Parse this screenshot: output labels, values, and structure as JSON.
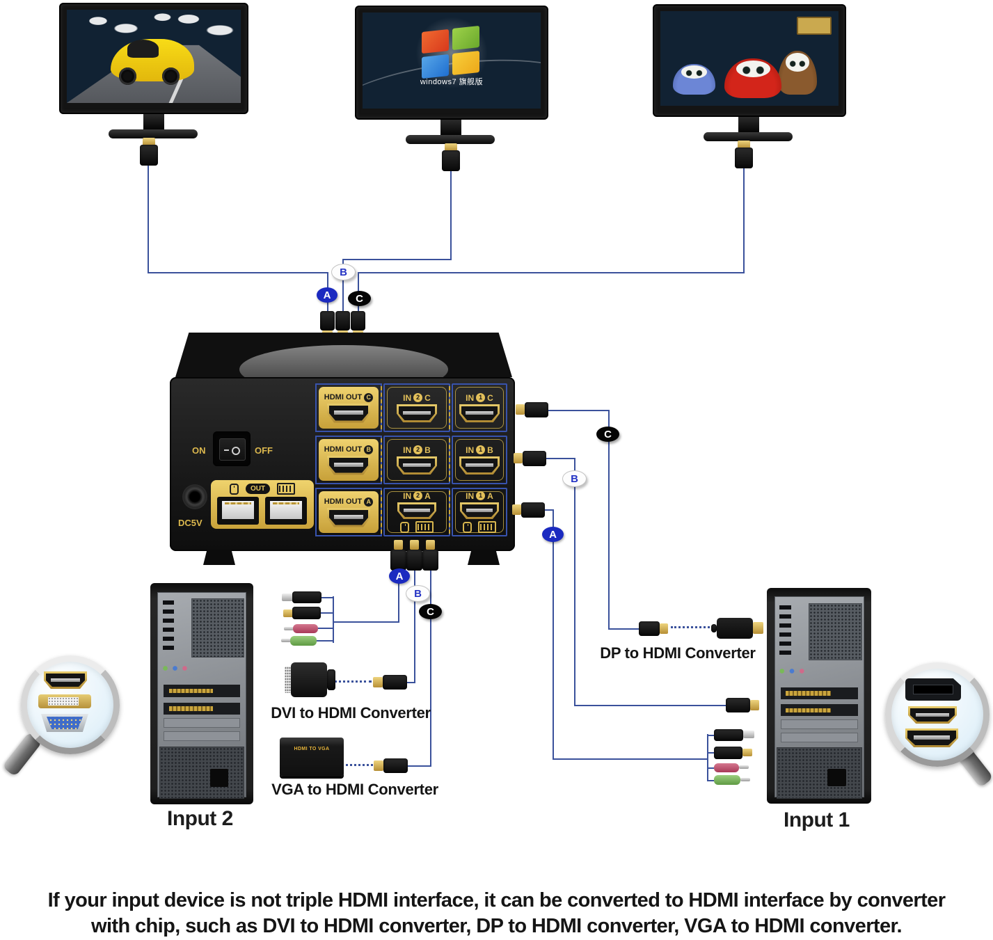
{
  "tags": {
    "a": "A",
    "b": "B",
    "c": "C"
  },
  "monitors": {
    "windows_caption": "windows7 旗舰版"
  },
  "kvm": {
    "on": "ON",
    "off": "OFF",
    "dc_label": "DC5V",
    "usb_out_label": "OUT",
    "out_prefix": "HDMI OUT",
    "in_prefix": "IN",
    "num_1": "1",
    "num_2": "2",
    "row_letters": [
      "C",
      "B",
      "A"
    ]
  },
  "converters": {
    "dp": "DP to HDMI Converter",
    "dvi": "DVI to HDMI Converter",
    "vga": "VGA to HDMI Converter",
    "vga_box": "HDMI TO VGA"
  },
  "inputs": {
    "left": "Input 2",
    "right": "Input 1"
  },
  "footer": {
    "line1": "If your input device is not triple HDMI interface, it can be converted to HDMI interface by converter",
    "line2": "with chip, such as DVI to HDMI converter, DP to HDMI converter, VGA to HDMI converter."
  },
  "colors": {
    "wire": "#3a519b",
    "panel_yellow": "#e3c052",
    "tag_blue": "#1b2ac0"
  }
}
